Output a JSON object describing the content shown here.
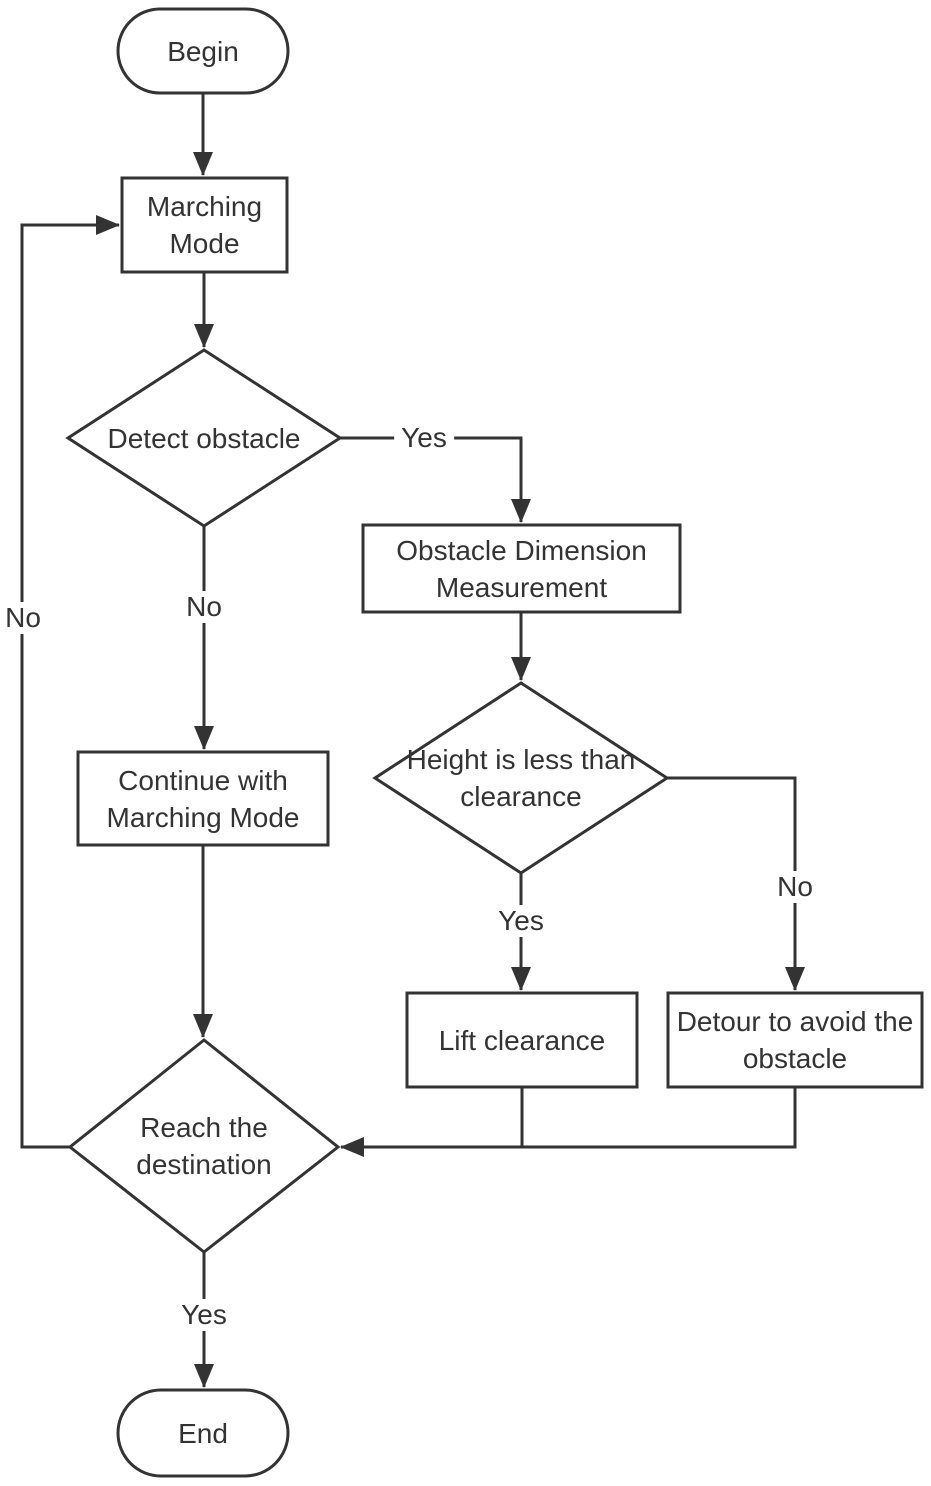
{
  "diagram": {
    "type": "flowchart",
    "colors": {
      "stroke": "#333333",
      "text": "#333333",
      "background": "#ffffff"
    },
    "nodes": {
      "begin": {
        "label": "Begin",
        "type": "terminator"
      },
      "marching_mode": {
        "label": "Marching Mode",
        "type": "process"
      },
      "detect_obstacle": {
        "label": "Detect obstacle",
        "type": "decision"
      },
      "obstacle_dimension": {
        "label": "Obstacle Dimension Measurement",
        "type": "process"
      },
      "height_less_clearance": {
        "label": "Height is less than clearance",
        "type": "decision"
      },
      "continue_marching": {
        "label": "Continue with Marching Mode",
        "type": "process"
      },
      "lift_clearance": {
        "label": "Lift clearance",
        "type": "process"
      },
      "detour_obstacle": {
        "label": "Detour to avoid the obstacle",
        "type": "process"
      },
      "reach_destination": {
        "label": "Reach the destination",
        "type": "decision"
      },
      "end": {
        "label": "End",
        "type": "terminator"
      }
    },
    "edge_labels": {
      "detect_yes": "Yes",
      "detect_no": "No",
      "height_yes": "Yes",
      "height_no": "No",
      "reach_yes": "Yes",
      "reach_no": "No"
    }
  }
}
